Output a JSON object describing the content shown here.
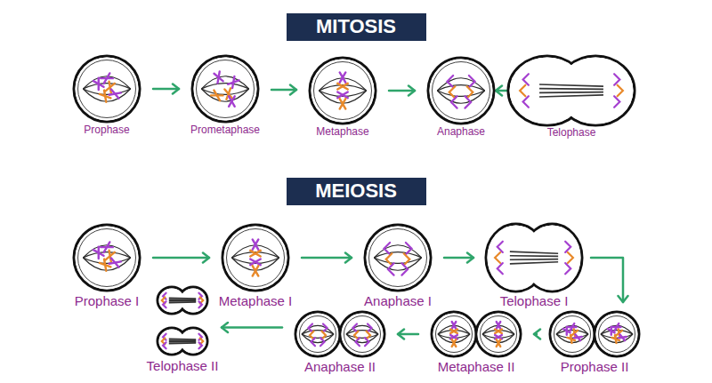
{
  "diagram": {
    "nodes": [
      {
        "text": [
          "MITOSIS"
        ]
      },
      {
        "text": [
          "Prophase"
        ]
      },
      {
        "text": [
          "Prometaphase"
        ]
      },
      {
        "text": [
          "Metaphase"
        ]
      },
      {
        "text": [
          "Anaphase"
        ]
      },
      {
        "text": [
          "Telophase"
        ]
      },
      {
        "text": [
          "MEIOSIS"
        ]
      },
      {
        "text": [
          "Prophase I"
        ]
      },
      {
        "text": [
          "Metaphase I"
        ]
      },
      {
        "text": [
          "Anaphase I"
        ]
      },
      {
        "text": [
          "Telophase I"
        ]
      },
      {
        "text": [
          "Prophase II"
        ]
      },
      {
        "text": [
          "Metaphase II"
        ]
      },
      {
        "text": [
          "Anaphase II"
        ]
      },
      {
        "text": [
          "Telophase II"
        ]
      }
    ],
    "edges": [
      {
        "from": 1,
        "to": 2,
        "arrow": "to"
      },
      {
        "from": 2,
        "to": 3,
        "arrow": "to"
      },
      {
        "from": 3,
        "to": 4,
        "arrow": "to"
      },
      {
        "from": 4,
        "to": 5,
        "arrow": "to"
      },
      {
        "from": 7,
        "to": 8,
        "arrow": "to"
      },
      {
        "from": 8,
        "to": 9,
        "arrow": "to"
      },
      {
        "from": 9,
        "to": 10,
        "arrow": "to"
      },
      {
        "from": 10,
        "to": 11,
        "arrow": "to"
      },
      {
        "from": 11,
        "to": 12,
        "arrow": "to"
      },
      {
        "from": 12,
        "to": 13,
        "arrow": "to"
      },
      {
        "from": 13,
        "to": 14,
        "arrow": "to"
      }
    ]
  }
}
